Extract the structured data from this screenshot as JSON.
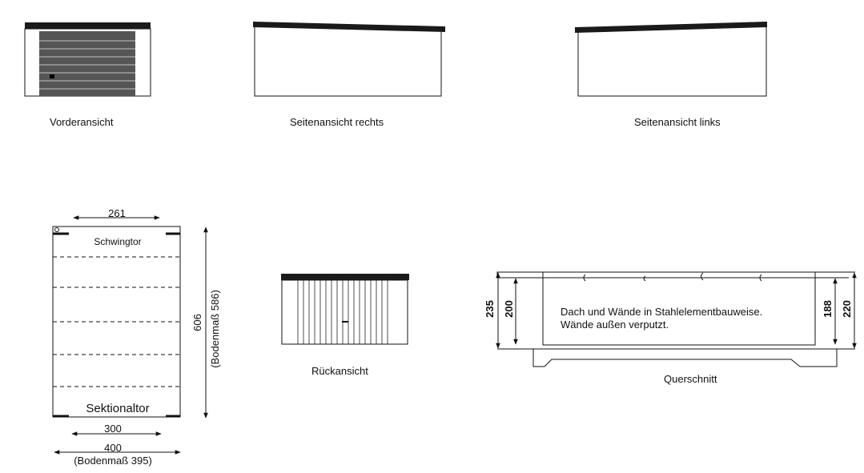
{
  "views": {
    "front": "Vorderansicht",
    "side_right": "Seitenansicht rechts",
    "side_left": "Seitenansicht links",
    "rear": "Rückansicht",
    "cross_section": "Querschnitt"
  },
  "plan": {
    "top_width": "261",
    "door_top": "Schwingtor",
    "door_bottom": "Sektionaltor",
    "bottom_width": "300",
    "total_width": "400",
    "floor_width": "(Bodenmaß 395)",
    "length": "606",
    "floor_length": "(Bodenmaß 586)"
  },
  "section": {
    "h_outer_left": "235",
    "h_inner_left": "200",
    "h_inner_right": "188",
    "h_outer_right": "220",
    "note_line1": "Dach und Wände in Stahlelementbauweise.",
    "note_line2": "Wände außen verputzt."
  }
}
